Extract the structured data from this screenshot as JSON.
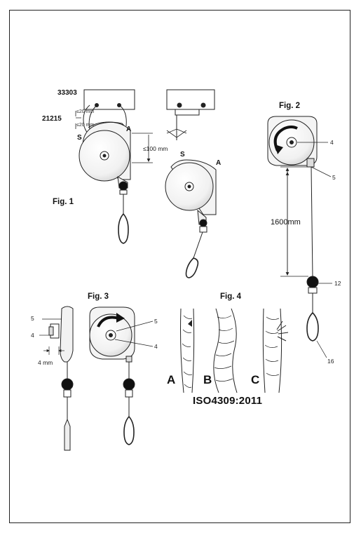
{
  "figures": {
    "fig1": "Fig. 1",
    "fig2": "Fig. 2",
    "fig3": "Fig. 3",
    "fig4": "Fig. 4"
  },
  "fig1": {
    "part_a": "33303",
    "part_b": "21215",
    "size_top": "≤20 mm",
    "size_bottom": "≤20 mm",
    "mark_s_left": "S",
    "mark_a_left": "A",
    "mark_s_right": "S",
    "mark_a_right": "A",
    "clearance": "≤100 mm"
  },
  "fig2": {
    "callout_4": "4",
    "callout_5": "5",
    "length": "1600mm",
    "callout_12": "12",
    "callout_16": "16"
  },
  "fig3": {
    "callout_5_left": "5",
    "callout_4_left": "4",
    "callout_5_right": "5",
    "callout_4_right": "4",
    "depth": "4 mm"
  },
  "fig4": {
    "label_a": "A",
    "label_b": "B",
    "label_c": "C",
    "standard": "ISO4309:2011"
  }
}
